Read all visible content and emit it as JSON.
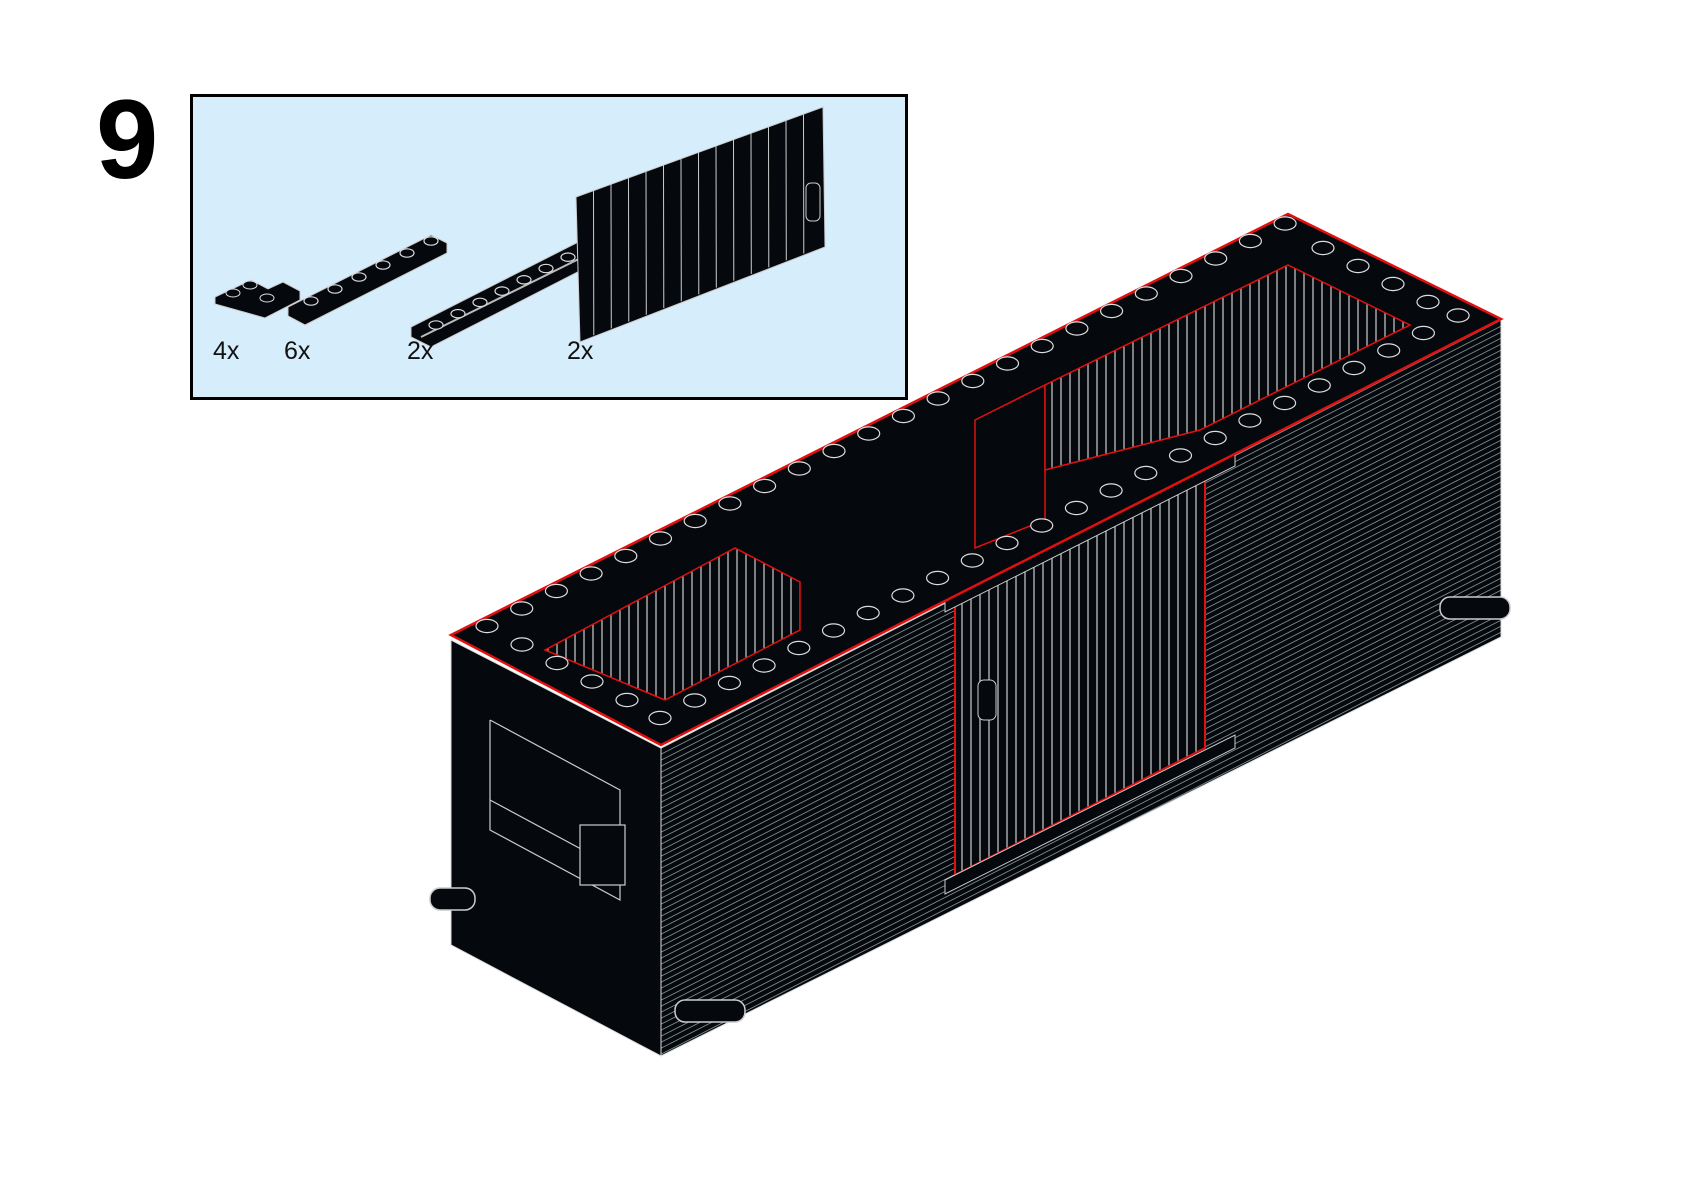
{
  "step": {
    "number": "9"
  },
  "parts_list": {
    "background_color": "#d6edfc",
    "items": [
      {
        "part": "plate-2x2-corner",
        "quantity": "4x"
      },
      {
        "part": "plate-1x6",
        "quantity": "6x"
      },
      {
        "part": "plate-1x8-with-door-rail",
        "quantity": "2x"
      },
      {
        "part": "sliding-door",
        "quantity": "2x"
      }
    ]
  },
  "model": {
    "name": "boxcar",
    "color": "#05080d",
    "highlight_color": "#e01010"
  }
}
